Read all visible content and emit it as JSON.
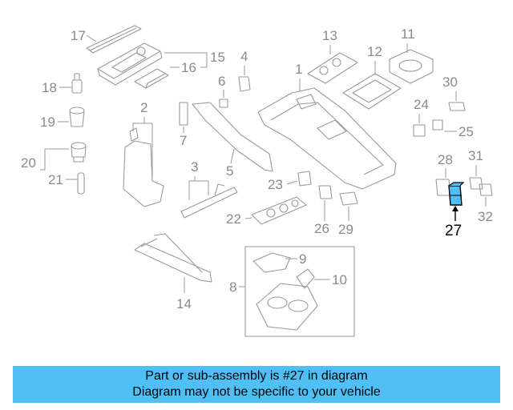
{
  "highlighted_part": "27",
  "colors": {
    "banner": "#4fbff5",
    "highlight": "#4fbff5",
    "line_art": "#9a9a9a"
  },
  "callouts": {
    "p1": "1",
    "p2": "2",
    "p3": "3",
    "p4": "4",
    "p5": "5",
    "p6": "6",
    "p7": "7",
    "p8": "8",
    "p9": "9",
    "p10": "10",
    "p11": "11",
    "p12": "12",
    "p13": "13",
    "p14": "14",
    "p15": "15",
    "p16": "16",
    "p17": "17",
    "p18": "18",
    "p19": "19",
    "p20": "20",
    "p21": "21",
    "p22": "22",
    "p23": "23",
    "p24": "24",
    "p25": "25",
    "p26": "26",
    "p27": "27",
    "p28": "28",
    "p29": "29",
    "p30": "30",
    "p31": "31",
    "p32": "32"
  },
  "banner": {
    "line1": "Part or sub-assembly is #27 in diagram",
    "line2": "Diagram may not be specific to your vehicle"
  }
}
